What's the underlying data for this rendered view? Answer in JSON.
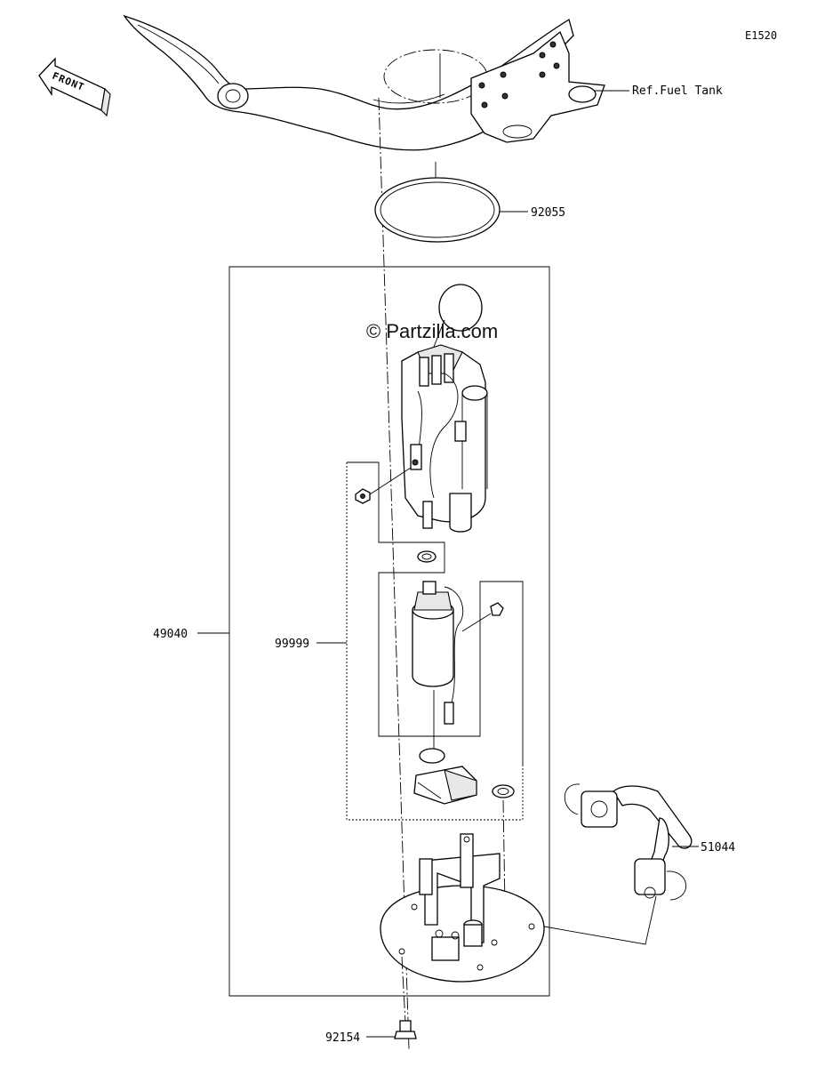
{
  "diagram_code": "E1520",
  "watermark": "© Partzilla.com",
  "front_label": "FRONT",
  "callouts": {
    "ref_fuel_tank": "Ref.Fuel Tank",
    "p92055": "92055",
    "p49040": "49040",
    "p99999": "99999",
    "p51044": "51044",
    "p92154": "92154"
  }
}
